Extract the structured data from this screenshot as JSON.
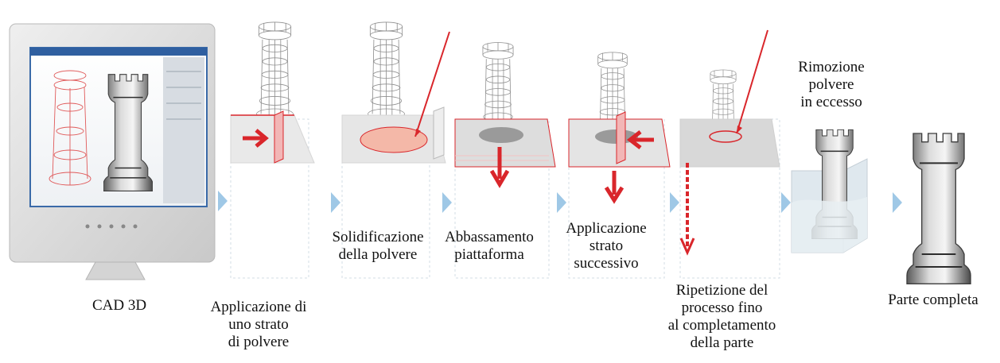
{
  "steps": [
    {
      "id": "cad",
      "label": "CAD 3D"
    },
    {
      "id": "apply-layer",
      "label": "Applicazione di\nuno strato\ndi polvere"
    },
    {
      "id": "solidify",
      "label": "Solidificazione\ndella polvere"
    },
    {
      "id": "lower",
      "label": "Abbassamento\npiattaforma"
    },
    {
      "id": "next-layer",
      "label": "Applicazione\nstrato\nsuccessivo"
    },
    {
      "id": "repeat",
      "label": "Ripetizione del\nprocesso fino\nal completamento\ndella parte"
    },
    {
      "id": "remove",
      "label": "Rimozione\npolvere\nin eccesso"
    },
    {
      "id": "complete",
      "label": "Parte completa"
    }
  ],
  "colors": {
    "accent_red": "#d9262b",
    "arrow_blue": "#9fc8e6",
    "wire": "#9a9a9a"
  },
  "icons": [
    "monitor-icon",
    "chevron-right-icon",
    "laser-icon",
    "tower-icon"
  ]
}
